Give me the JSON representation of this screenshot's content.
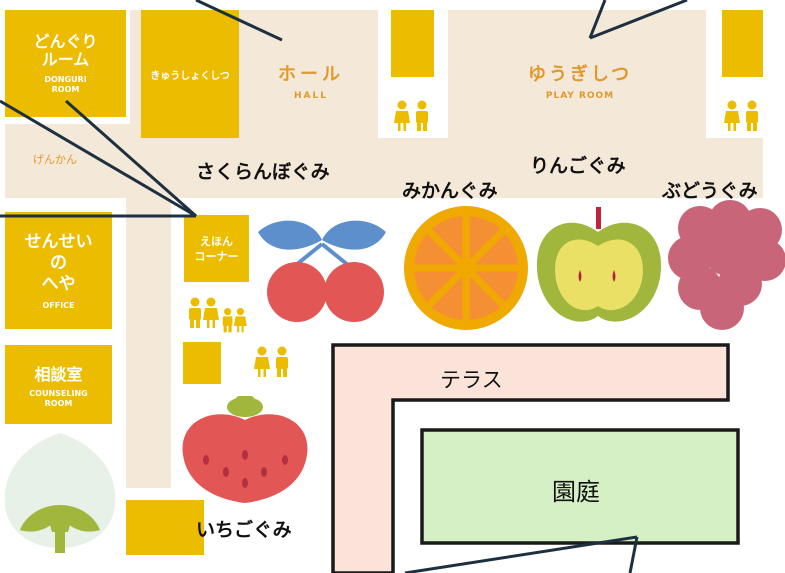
{
  "colors": {
    "room": "#ecbc00",
    "corridor": "#f4e8d8",
    "hall_text": "#e1992d",
    "terrace": "#fbe3d9",
    "garden": "#d6f0c6",
    "outline": "#1a1a1a"
  },
  "rooms": {
    "donguri": {
      "jp_line1": "どんぐり",
      "jp_line2": "ルーム",
      "en_line1": "DONGURI",
      "en_line2": "ROOM"
    },
    "kyushoku": {
      "jp": "きゅうしょくしつ"
    },
    "hall": {
      "jp": "ホール",
      "en": "HALL"
    },
    "playroom": {
      "jp": "ゆうぎしつ",
      "en": "PLAY ROOM"
    },
    "genkan": {
      "jp": "げんかん"
    },
    "ehon": {
      "jp_line1": "えほん",
      "jp_line2": "コーナー"
    },
    "office": {
      "jp_line1": "せんせい",
      "jp_line2": "の",
      "jp_line3": "へや",
      "en": "OFFICE"
    },
    "counseling": {
      "jp": "相談室",
      "en_line1": "COUNSELING",
      "en_line2": "ROOM"
    }
  },
  "classes": {
    "sakuranbo": "さくらんぼぐみ",
    "mikan": "みかんぐみ",
    "ringo": "りんごぐみ",
    "budou": "ぶどうぐみ",
    "ichigo": "いちごぐみ"
  },
  "outdoor": {
    "terrace": "テラス",
    "garden": "園庭"
  },
  "icons": [
    "toilet-icon",
    "cherry-icon",
    "orange-icon",
    "apple-icon",
    "grape-icon",
    "strawberry-icon",
    "peach-icon"
  ]
}
